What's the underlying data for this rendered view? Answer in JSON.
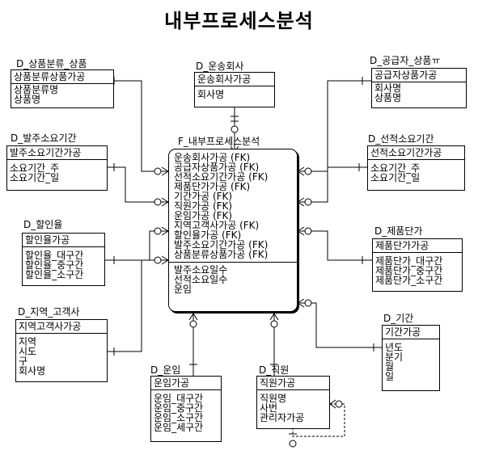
{
  "title": "내부프로세스분석",
  "entities": {
    "product": {
      "name": "D_상품분류_상품",
      "key": "상품분류상품가공",
      "attrs": [
        "상품분류명",
        "상품명"
      ]
    },
    "carrier": {
      "name": "D_운송회사",
      "key": "운송회사가공",
      "attrs": [
        "회사명"
      ]
    },
    "supplier": {
      "name": "D_공급자_상품ㅠ",
      "key": "공급자상품가공",
      "attrs": [
        "회사명",
        "상품명"
      ]
    },
    "order_lead": {
      "name": "D_발주소요기간",
      "key": "발주소요기간가공",
      "attrs": [
        "소요기간_주",
        "소요기간_일"
      ]
    },
    "ship_lead": {
      "name": "D_선적소요기간",
      "key": "선적소요기간가공",
      "attrs": [
        "소요기간_주",
        "소요기간_일"
      ]
    },
    "discount": {
      "name": "D_할인율",
      "key": "할인율가공",
      "attrs": [
        "할인율_대구간",
        "할인율_중구간",
        "할인율_소구간"
      ]
    },
    "price": {
      "name": "D_제품단가",
      "key": "제품단가가공",
      "attrs": [
        "제품단가_대구간",
        "제품단가_중구간",
        "제품단가_소구간"
      ]
    },
    "region": {
      "name": "D_지역_고객사",
      "key": "지역고객사가공",
      "attrs": [
        "지역",
        "시도",
        "구",
        "회사명"
      ]
    },
    "period": {
      "name": "D_기간",
      "key": "기간가공",
      "attrs": [
        "년도",
        "분기",
        "월",
        "일"
      ]
    },
    "freight": {
      "name": "D_운임",
      "key": "운임가공",
      "attrs": [
        "운임_대구간",
        "운임_중구간",
        "운임_소구간",
        "운임_세구간"
      ]
    },
    "employee": {
      "name": "D_직원",
      "key": "직원가공",
      "attrs": [
        "직원명",
        "사번",
        "관리자가공"
      ]
    },
    "fact": {
      "name": "F_내부프로세스분석",
      "keys": [
        "운송회사가공 (FK)",
        "공급자상품가공 (FK)",
        "선적소요기간가공 (FK)",
        "제품단가가공 (FK)",
        "기간가공 (FK)",
        "직원가공 (FK)",
        "운임가공 (FK)",
        "지역고객사가공 (FK)",
        "할인율가공 (FK)",
        "발주소요기간가공 (FK)",
        "상품분류상품가공 (FK)"
      ],
      "attrs": [
        "발주소요일수",
        "선적소요일수",
        "운임"
      ]
    }
  }
}
